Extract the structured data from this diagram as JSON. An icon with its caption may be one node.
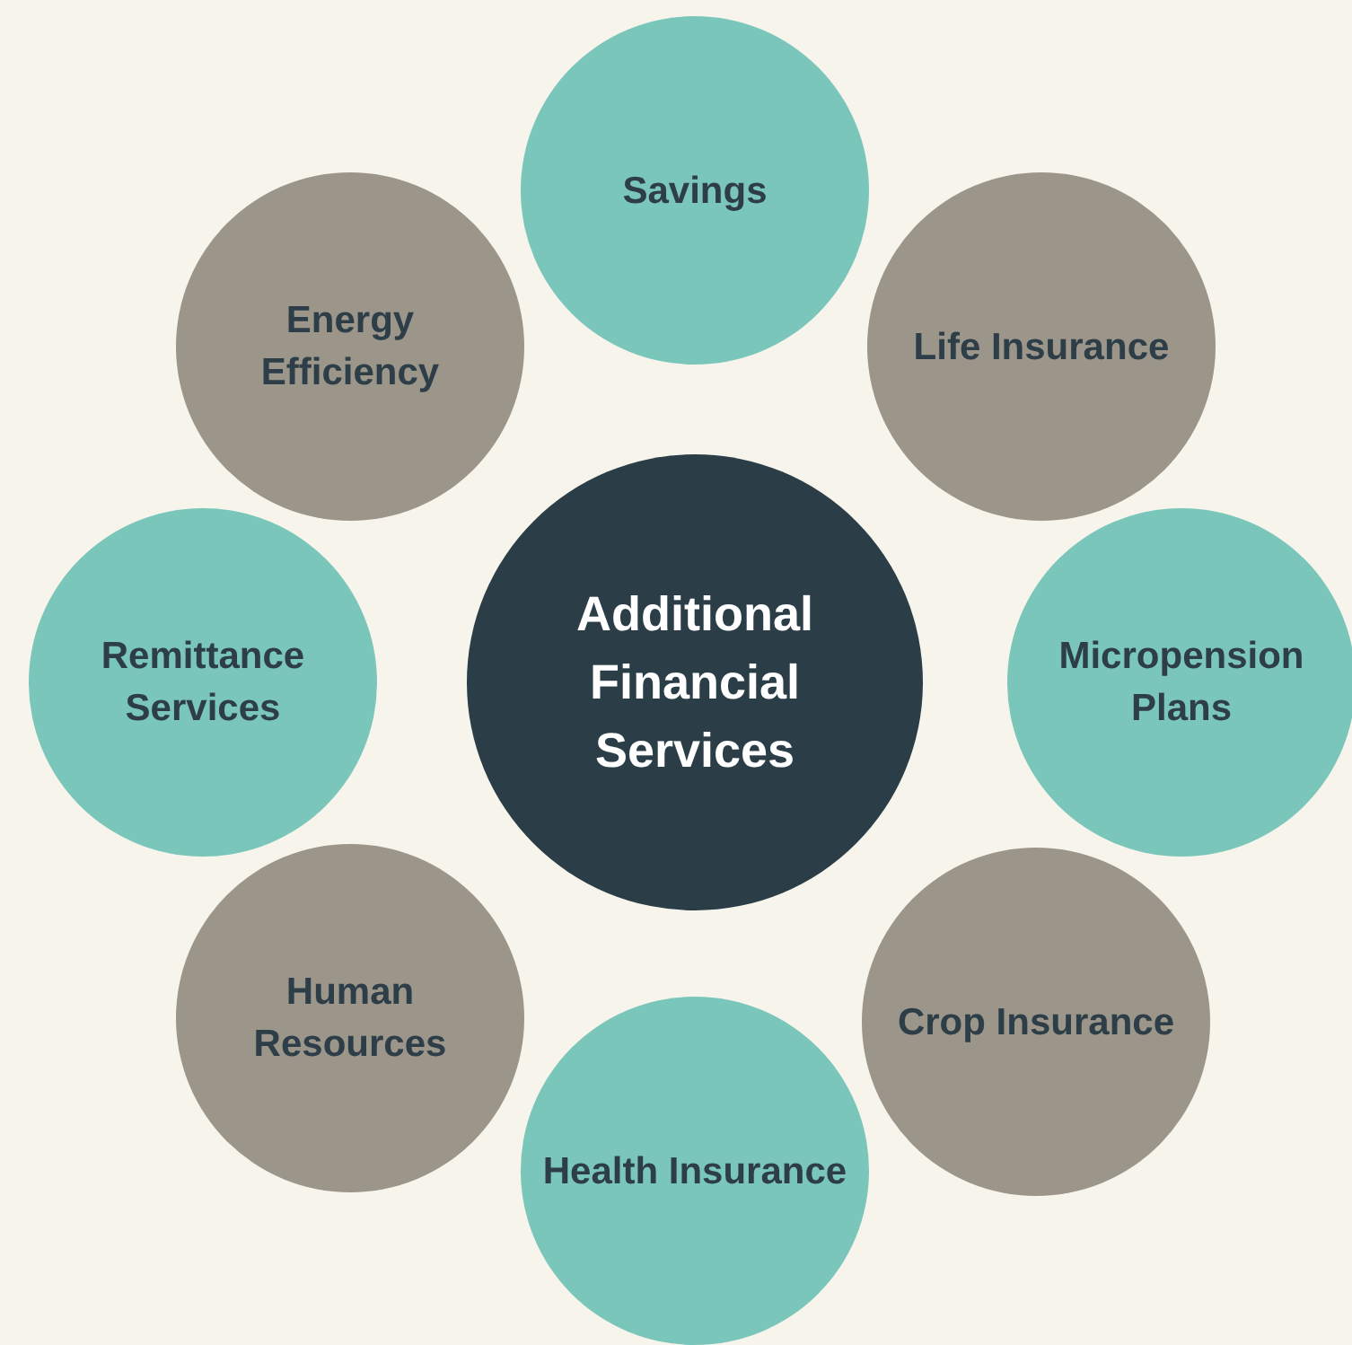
{
  "diagram": {
    "nodes": [
      {
        "text": [
          "Additional Financial Services"
        ]
      },
      {
        "text": [
          "Savings"
        ]
      },
      {
        "text": [
          "Life Insurance"
        ]
      },
      {
        "text": [
          "Micropension Plans"
        ]
      },
      {
        "text": [
          "Crop Insurance"
        ]
      },
      {
        "text": [
          "Health Insurance"
        ]
      },
      {
        "text": [
          "Human Resources"
        ]
      },
      {
        "text": [
          "Remittance Services"
        ]
      },
      {
        "text": [
          "Energy Efficiency"
        ]
      }
    ]
  }
}
